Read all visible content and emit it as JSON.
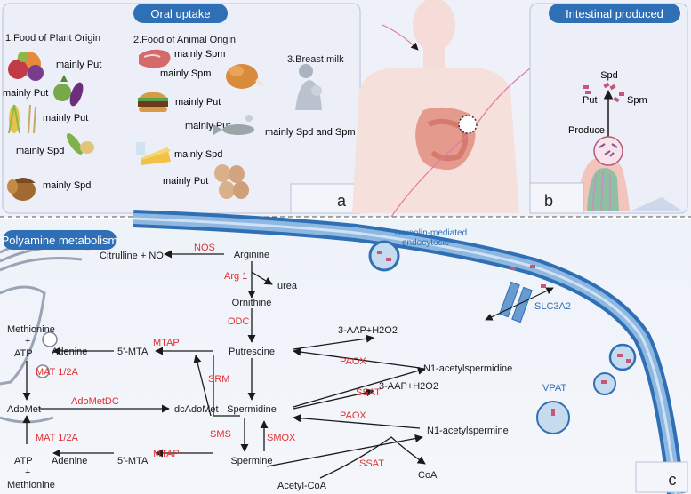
{
  "panel_a": {
    "header": "Oral uptake",
    "letter": "a",
    "col1_title": "1.Food of Plant Origin",
    "col2_title": "2.Food of Animal Origin",
    "col3_title": "3.Breast milk",
    "items": [
      {
        "key": "fruit",
        "text": "mainly Put"
      },
      {
        "key": "veg",
        "text": "mainly Put"
      },
      {
        "key": "grain",
        "text": "mainly Put"
      },
      {
        "key": "legume",
        "text": "mainly Spd"
      },
      {
        "key": "nut",
        "text": "mainly Spd"
      },
      {
        "key": "meat",
        "text": "mainly Spm"
      },
      {
        "key": "poultry",
        "text": "mainly Spm"
      },
      {
        "key": "burger",
        "text": "mainly Put"
      },
      {
        "key": "fish",
        "text": "mainly Put"
      },
      {
        "key": "cheese",
        "text": "mainly Spd"
      },
      {
        "key": "egg",
        "text": "mainly Put"
      },
      {
        "key": "milk",
        "text": "mainly Spd and Spm"
      }
    ]
  },
  "panel_b": {
    "header": "Intestinal produced",
    "letter": "b",
    "spd": "Spd",
    "put": "Put",
    "spm": "Spm",
    "produce": "Produce"
  },
  "panel_c": {
    "header": "Polyamine metabolism",
    "letter": "c",
    "caveolin_line1": "caveolin-mediated",
    "caveolin_line2": "endocytosis",
    "slc": "SLC3A2",
    "vpat": "VPAT",
    "metabolites": {
      "arginine": "Arginine",
      "citrulline": "Citrulline + NO",
      "urea": "urea",
      "ornithine": "Ornithine",
      "putrescine": "Putrescine",
      "mta1": "5'-MTA",
      "adenine1": "Adenine",
      "methionine1": "Methionine",
      "plus1": "+",
      "atp1": "ATP",
      "adomet": "AdoMet",
      "dcadomet": "dcAdoMet",
      "spermidine": "Spermidine",
      "spermine": "Spermine",
      "mta2": "5'-MTA",
      "adenine2": "Adenine",
      "atp2": "ATP",
      "plus2": "+",
      "methionine2": "Methionine",
      "aap1": "3-AAP+H2O2",
      "aap2": "3-AAP+H2O2",
      "n1_acspd": "N1-acetylspermidine",
      "n1_acspm": "N1-acetylspermine",
      "acetylcoa": "Acetyl-CoA",
      "coa": "CoA"
    },
    "enzymes": {
      "nos": "NOS",
      "arg1": "Arg 1",
      "odc": "ODC",
      "mtap1": "MTAP",
      "mat1": "MAT 1/2A",
      "adometdc": "AdoMetDC",
      "srm": "SRM",
      "paox1": "PAOX",
      "ssat1": "SSAT",
      "paox2": "PAOX",
      "sms": "SMS",
      "smox": "SMOX",
      "mtap2": "MTAP",
      "mat2": "MAT 1/2A",
      "ssat2": "SSAT"
    }
  },
  "colors": {
    "enzyme": "#e03030",
    "header_fill": "#2f6fb5",
    "panel_bg": "#ecf0f8",
    "membrane": "#3f7fc4"
  }
}
